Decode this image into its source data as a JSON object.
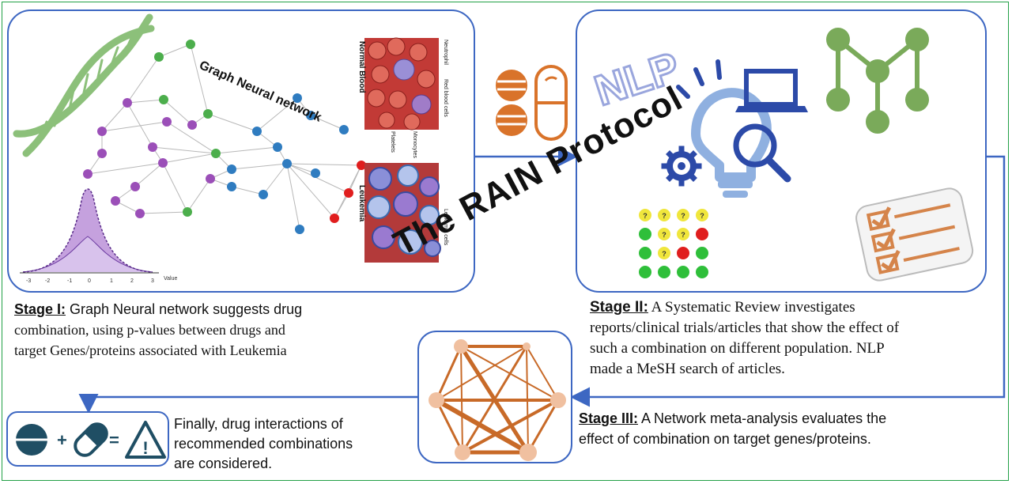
{
  "title": "The RAIN Protocol",
  "stage1": {
    "heading": "Stage I:",
    "line1": "Graph Neural network suggests drug",
    "line2": "combination, using p-values between drugs and",
    "line3": "target Genes/proteins associated with Leukemia",
    "network_label": "Graph Neural network",
    "normal_blood_label": "Normal Blood",
    "leukemia_label": "Leukemia",
    "cell_labels": [
      "Neutrophil",
      "Red blood cells",
      "Platelets",
      "Monocytes",
      "Leukemia cells"
    ],
    "curve_axis_ticks": [
      "-3",
      "-2",
      "-1",
      "0",
      "1",
      "2",
      "3"
    ],
    "curve_axis_label": "Value"
  },
  "stage2": {
    "heading": "Stage II:",
    "line1": "A Systematic Review investigates",
    "line2": "reports/clinical trials/articles that show the effect of",
    "line3": "such a combination on different population. NLP",
    "line4": "made a MeSH search of articles.",
    "nlp_label": "NLP",
    "grid_mark": "?"
  },
  "stage3": {
    "heading": "Stage III:",
    "line1": "A Network meta-analysis evaluates the",
    "line2": "effect of combination on target genes/proteins."
  },
  "final": {
    "line1": "Finally, drug interactions of",
    "line2": "recommended combinations",
    "line3": "are considered.",
    "plus": "+",
    "equals": "=",
    "warning": "!"
  },
  "colors": {
    "border": "#3d67c2",
    "frame": "#22a046",
    "dna": "#8cc07a",
    "purple_node": "#9b4fb8",
    "green_node": "#4cae4c",
    "blue_node": "#2f7cc0",
    "red_node": "#e01e1e",
    "pill_orange": "#d9732a",
    "network_orange": "#d5844a",
    "nlp_blue": "#9aa6dd",
    "bulb": "#8fb0e0"
  }
}
